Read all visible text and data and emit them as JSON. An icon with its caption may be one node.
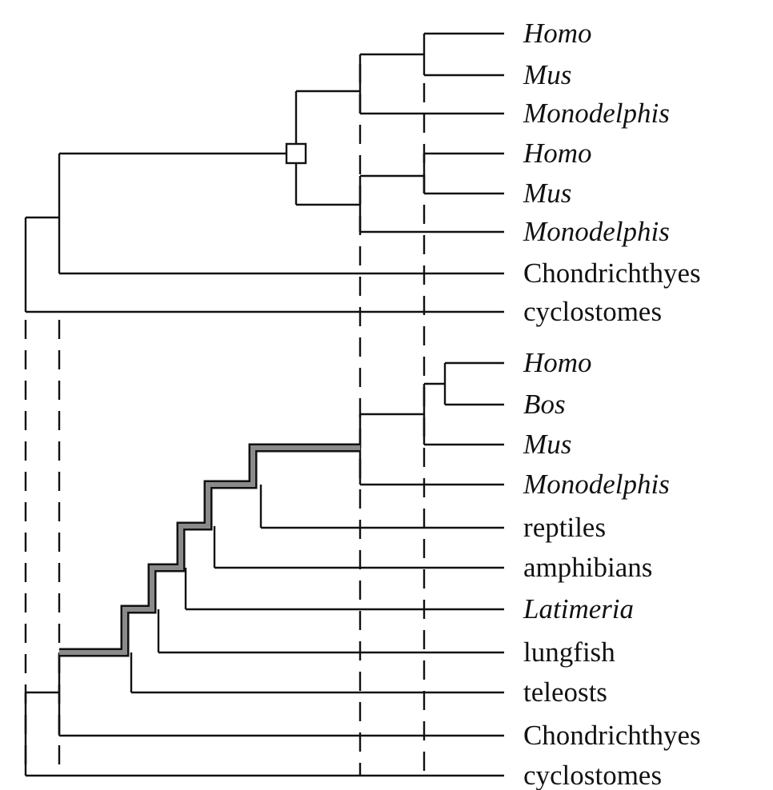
{
  "diagram": {
    "labels": [
      "Homo",
      "Mus",
      "Monodelphis",
      "Homo",
      "Mus",
      "Monodelphis",
      "Chondrichthyes",
      "cyclostomes",
      "Homo",
      "Bos",
      "Mus",
      "Monodelphis",
      "reptiles",
      "amphibians",
      "Latimeria",
      "lungfish",
      "teleosts",
      "Chondrichthyes",
      "cyclostomes"
    ]
  }
}
